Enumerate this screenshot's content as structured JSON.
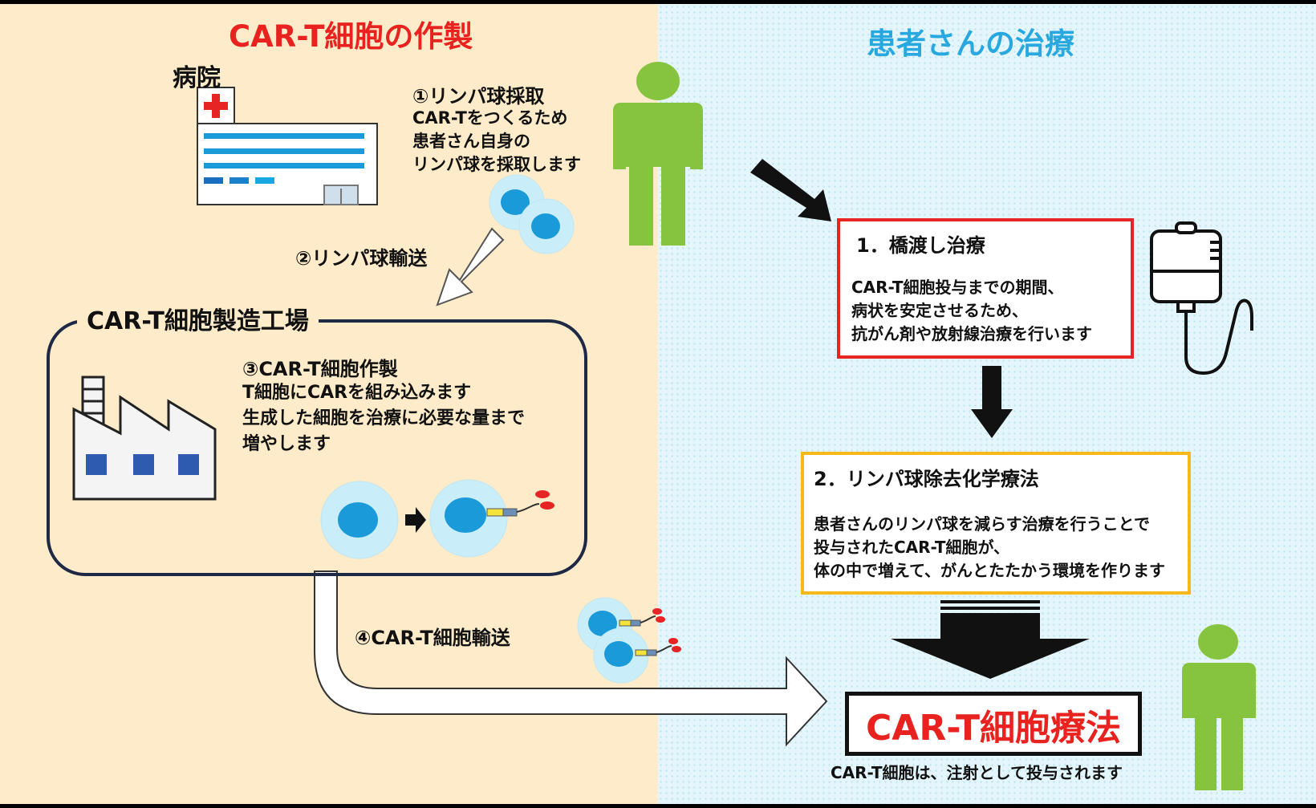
{
  "left_title": "CAR-T細胞の作製",
  "right_title": "患者さんの治療",
  "hospital_label": "病院",
  "step1": {
    "title": "①リンパ球採取",
    "lines": [
      "CAR-Tをつくるため",
      "患者さん自身の",
      "リンパ球を採取します"
    ]
  },
  "step2_label": "②リンパ球輸送",
  "factory": {
    "title": "CAR-T細胞製造工場",
    "step3_title": "③CAR-T細胞作製",
    "lines": [
      "T細胞にCARを組み込みます",
      "生成した細胞を治療に必要な量まで",
      "増やします"
    ]
  },
  "step4_label": "④CAR-T細胞輸送",
  "therapy1": {
    "title": "1．橋渡し治療",
    "lines": [
      "CAR-T細胞投与までの期間、",
      "病状を安定させるため、",
      "抗がん剤や放射線治療を行います"
    ]
  },
  "therapy2": {
    "title": "2．リンパ球除去化学療法",
    "lines": [
      "患者さんのリンパ球を減らす治療を行うことで",
      "投与されたCAR-T細胞が、",
      "体の中で増えて、がんとたたかう環境を作ります"
    ]
  },
  "final": {
    "title": "CAR-T細胞療法",
    "note": "CAR-T細胞は、注射として投与されます"
  },
  "colors": {
    "left_bg": "#fdebc9",
    "right_bg": "#e4f6fb",
    "accent_red": "#e8231f",
    "accent_blue": "#29a8e0",
    "person_green": "#86c440",
    "box2_border": "#f7b81c",
    "cell_blue": "#1a9ad8"
  }
}
